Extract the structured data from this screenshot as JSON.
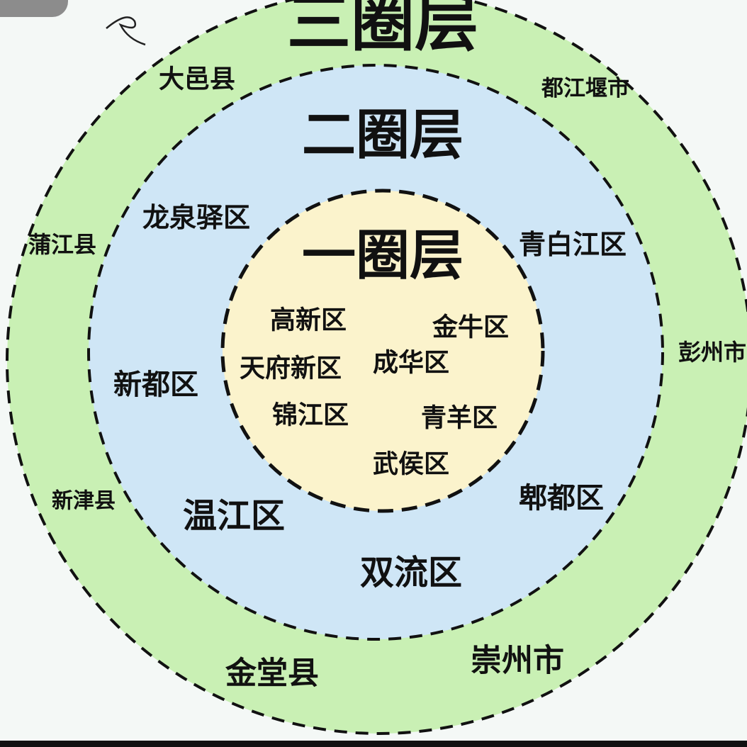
{
  "colors": {
    "outer_ring": "#c9f0b4",
    "middle_ring": "#cfe6f6",
    "inner_ring": "#fbf3cc",
    "border": "#111111"
  },
  "rings": {
    "third": {
      "title": "三圈层",
      "areas": [
        "大邑县",
        "都江堰市",
        "蒲江县",
        "彭州市",
        "新津县",
        "金堂县",
        "崇州市"
      ]
    },
    "second": {
      "title": "二圈层",
      "areas": [
        "龙泉驿区",
        "青白江区",
        "新都区",
        "温江区",
        "郫都区",
        "双流区"
      ]
    },
    "first": {
      "title": "一圈层",
      "areas": [
        "高新区",
        "金牛区",
        "天府新区",
        "成华区",
        "锦江区",
        "青羊区",
        "武侯区"
      ]
    }
  }
}
